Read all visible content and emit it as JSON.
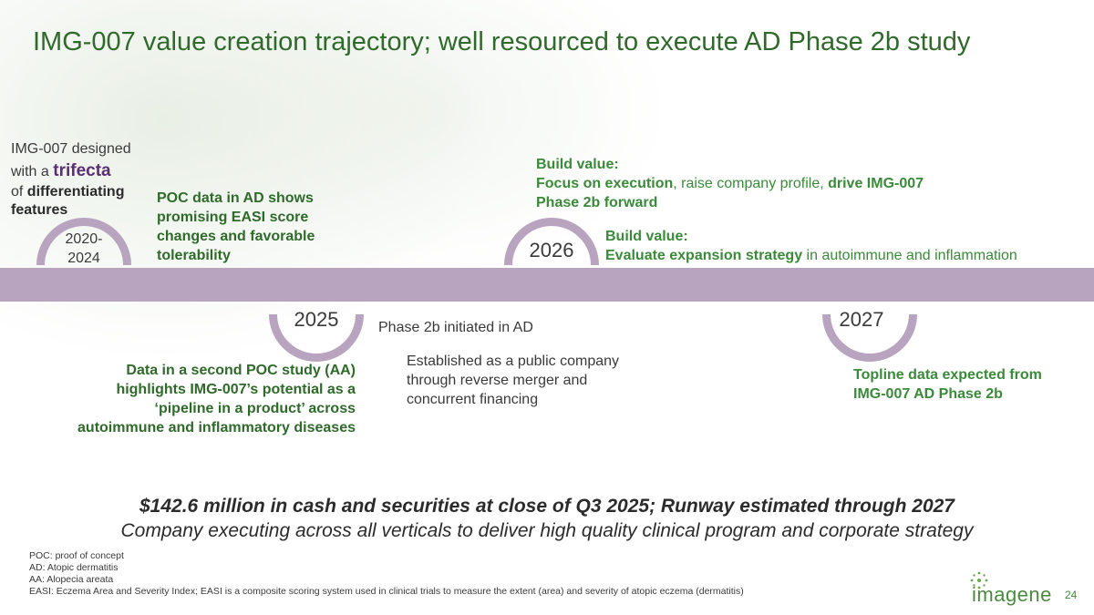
{
  "title": "IMG-007 value creation trajectory; well resourced to execute AD Phase 2b study",
  "milestones": {
    "m2020": {
      "year_line1": "2020-",
      "year_line2": "2024",
      "line1": "IMG-007 designed",
      "line2_a": "with a ",
      "line2_b": "trifecta",
      "line3_a": "of ",
      "line3_b": "differentiating",
      "line4": "features"
    },
    "poc_ad": {
      "line1": "POC data in AD shows",
      "line2": "promising EASI score",
      "line3": "changes and favorable",
      "line4": "tolerability"
    },
    "m2025": {
      "year": "2025",
      "below_line1": "Data in a second POC study (AA)",
      "below_line2": "highlights IMG-007’s potential as a",
      "below_line3": "‘pipeline in a product’ across",
      "below_line4": "autoimmune and inflammatory diseases",
      "phase2b": "Phase 2b initiated in AD",
      "public_line1": "Established as a public company",
      "public_line2": "through reverse merger and",
      "public_line3": "concurrent financing"
    },
    "m2026": {
      "year": "2026",
      "build1_heading": "Build value:",
      "build1_a": "Focus on execution",
      "build1_b": ", raise company profile, ",
      "build1_c": "drive IMG-007",
      "build1_line3": "Phase 2b forward",
      "build2_heading": "Build value:",
      "build2_a": "Evaluate expansion strategy",
      "build2_b": " in autoimmune and inflammation"
    },
    "m2027": {
      "year": "2027",
      "line1": "Topline data expected from",
      "line2": "IMG-007 AD Phase 2b"
    }
  },
  "summary": {
    "line1": "$142.6 million in cash and securities at close of Q3 2025; Runway estimated through 2027",
    "line2": "Company executing across all verticals to deliver high quality clinical program and corporate strategy"
  },
  "footnotes": [
    "POC: proof of concept",
    "AD: Atopic dermatitis",
    "AA: Alopecia areata",
    "EASI: Eczema Area and Severity Index; EASI is a composite scoring system used in clinical trials to measure the extent (area) and severity of atopic eczema (dermatitis)"
  ],
  "logo_text": "imagene",
  "page_number": "24",
  "colors": {
    "band": "#b9a4c0",
    "title_green": "#2f6a2b",
    "accent_green": "#3a8a3a",
    "accent_purple": "#5b2f73"
  }
}
